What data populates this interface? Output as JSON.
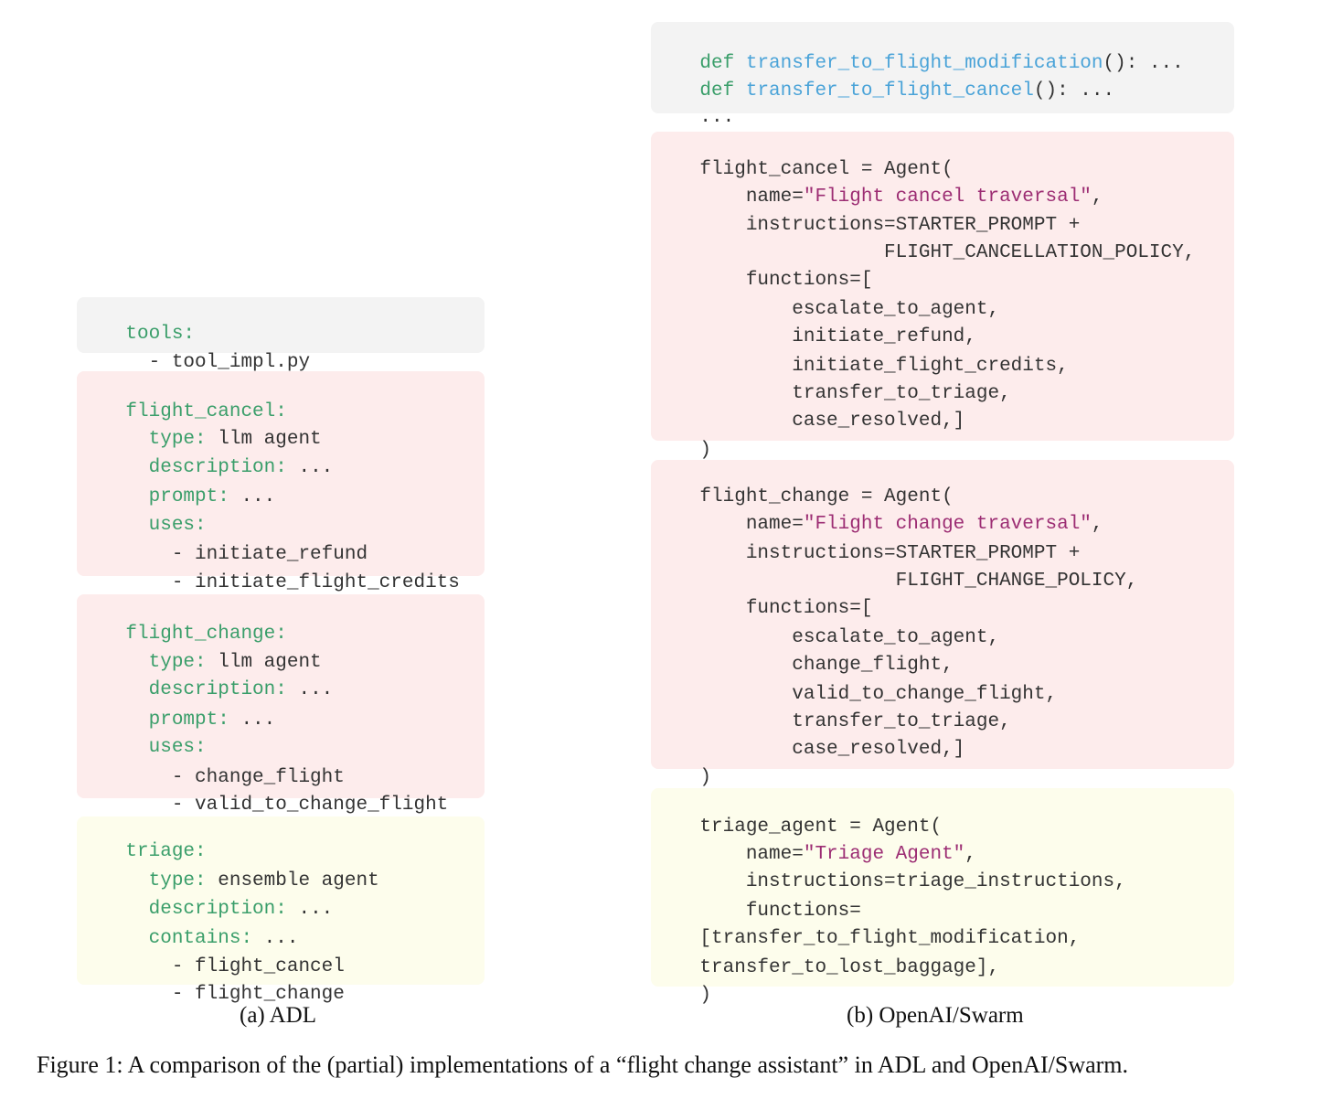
{
  "adl": {
    "tools": {
      "key": "tools:",
      "item": "  - tool_impl.py"
    },
    "flight_cancel": {
      "header": "flight_cancel:",
      "type_key": "  type:",
      "type_val": " llm agent",
      "description_key": "  description:",
      "description_val": " ...",
      "prompt_key": "  prompt:",
      "prompt_val": " ...",
      "uses_key": "  uses:",
      "items": [
        "    - initiate_refund",
        "    - initiate_flight_credits"
      ]
    },
    "flight_change": {
      "header": "flight_change:",
      "type_key": "  type:",
      "type_val": " llm agent",
      "description_key": "  description:",
      "description_val": " ...",
      "prompt_key": "  prompt:",
      "prompt_val": " ...",
      "uses_key": "  uses:",
      "items": [
        "    - change_flight",
        "    - valid_to_change_flight"
      ]
    },
    "triage": {
      "header": "triage:",
      "type_key": "  type:",
      "type_val": " ensemble agent",
      "description_key": "  description:",
      "description_val": " ...",
      "contains_key": "  contains:",
      "contains_val": " ...",
      "items": [
        "    - flight_cancel",
        "    - flight_change"
      ]
    },
    "caption": "(a) ADL"
  },
  "swarm": {
    "defs": {
      "def1_kw": "def",
      "def1_fn": " transfer_to_flight_modification",
      "def1_rest": "(): ...",
      "def2_kw": "def",
      "def2_fn": " transfer_to_flight_cancel",
      "def2_rest": "(): ...",
      "ellipsis": "..."
    },
    "flight_cancel": {
      "line1": "flight_cancel = Agent(",
      "name_pre": "    name=",
      "name_str": "\"Flight cancel traversal\"",
      "name_post": ",",
      "instr1": "    instructions=STARTER_PROMPT +",
      "instr2": "                FLIGHT_CANCELLATION_POLICY,",
      "functions": "    functions=[",
      "items": [
        "        escalate_to_agent,",
        "        initiate_refund,",
        "        initiate_flight_credits,",
        "        transfer_to_triage,",
        "        case_resolved,]"
      ],
      "close": ")"
    },
    "flight_change": {
      "line1": "flight_change = Agent(",
      "name_pre": "    name=",
      "name_str": "\"Flight change traversal\"",
      "name_post": ",",
      "instr1": "    instructions=STARTER_PROMPT +",
      "instr2": "                 FLIGHT_CHANGE_POLICY,",
      "functions": "    functions=[",
      "items": [
        "        escalate_to_agent,",
        "        change_flight,",
        "        valid_to_change_flight,",
        "        transfer_to_triage,",
        "        case_resolved,]"
      ],
      "close": ")"
    },
    "triage": {
      "line1": "triage_agent = Agent(",
      "name_pre": "    name=",
      "name_str": "\"Triage Agent\"",
      "name_post": ",",
      "instr": "    instructions=triage_instructions,",
      "functions": "    functions=",
      "list1": "[transfer_to_flight_modification,",
      "list2": "transfer_to_lost_baggage],",
      "close": ")"
    },
    "caption": "(b) OpenAI/Swarm"
  },
  "figure_caption": "Figure 1: A comparison of the (partial) implementations of a “flight change assistant” in ADL and OpenAI/Swarm.",
  "colors": {
    "key_green": "#3a9e6a",
    "function_blue": "#4aa3d8",
    "string_purple": "#9c2d73",
    "box_gray": "#f3f3f3",
    "box_red": "#fdecec",
    "box_yellow": "#fdfdec"
  }
}
